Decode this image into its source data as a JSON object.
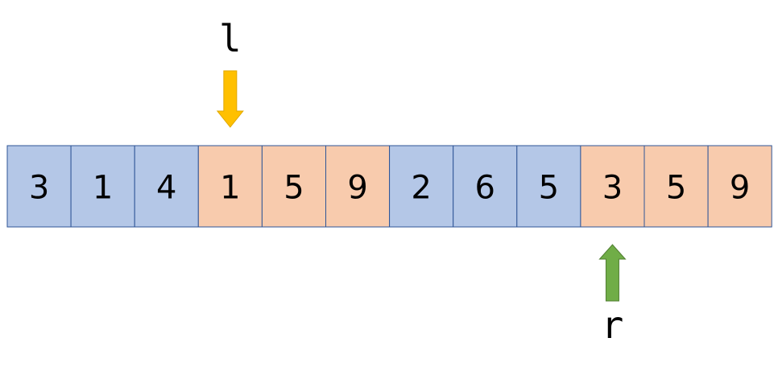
{
  "array": {
    "values": [
      "3",
      "1",
      "4",
      "1",
      "5",
      "9",
      "2",
      "6",
      "5",
      "3",
      "5",
      "9"
    ],
    "highlighted": [
      false,
      false,
      false,
      true,
      true,
      true,
      false,
      false,
      false,
      true,
      true,
      true
    ]
  },
  "pointers": {
    "left": {
      "label": "l",
      "index": 3,
      "direction": "down"
    },
    "right": {
      "label": "r",
      "index": 9,
      "direction": "up"
    }
  },
  "colors": {
    "cell_default_fill": "#b4c7e7",
    "cell_highlight_fill": "#f8cbad",
    "cell_border": "#2f5597",
    "left_arrow_fill": "#ffc000",
    "left_arrow_stroke": "#e0a800",
    "right_arrow_fill": "#70ad47",
    "right_arrow_stroke": "#507e32"
  }
}
